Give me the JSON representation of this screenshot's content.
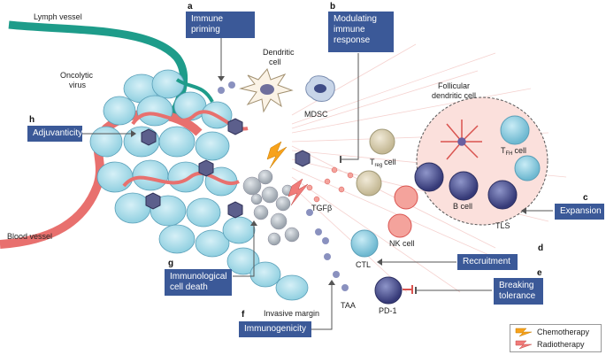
{
  "labels": {
    "lymph_vessel": "Lymph vessel",
    "oncolytic_virus_1": "Oncolytic",
    "oncolytic_virus_2": "virus",
    "dendritic_cell_1": "Dendritic",
    "dendritic_cell_2": "cell",
    "mdsc": "MDSC",
    "follicular_1": "Follicular",
    "follicular_2": "dendritic cell",
    "tfh_main": "T",
    "tfh_sub": "FH",
    "tfh_cell": "cell",
    "treg_main": "T",
    "treg_sub": "reg",
    "treg_cell": "cell",
    "b_cell": "B cell",
    "tls": "TLS",
    "tgfb": "TGFβ",
    "nk_cell": "NK cell",
    "ctl": "CTL",
    "pd1": "PD-1",
    "taa": "TAA",
    "blood_vessel": "Blood vessel",
    "invasive_margin": "Invasive margin"
  },
  "panels": [
    {
      "letter": "a",
      "label": "Immune priming"
    },
    {
      "letter": "b",
      "label": "Modulating immune response"
    },
    {
      "letter": "c",
      "label": "Expansion"
    },
    {
      "letter": "d",
      "label": "Recruitment"
    },
    {
      "letter": "e",
      "label": "Breaking tolerance"
    },
    {
      "letter": "f",
      "label": "Immunogenicity"
    },
    {
      "letter": "g",
      "label": "Immunological cell death"
    },
    {
      "letter": "h",
      "label": "Adjuvanticity"
    }
  ],
  "legend": {
    "chemotherapy": "Chemotherapy",
    "radiotherapy": "Radiotherapy"
  },
  "colors": {
    "panel_box": "#3b5998",
    "tumour_cell": "#a9dbe8",
    "blood_vessel": "#e8706e",
    "lymph_vessel": "#1e9c8a",
    "virus": "#5c5f8c",
    "tls_fill": "#fbe0dc"
  }
}
